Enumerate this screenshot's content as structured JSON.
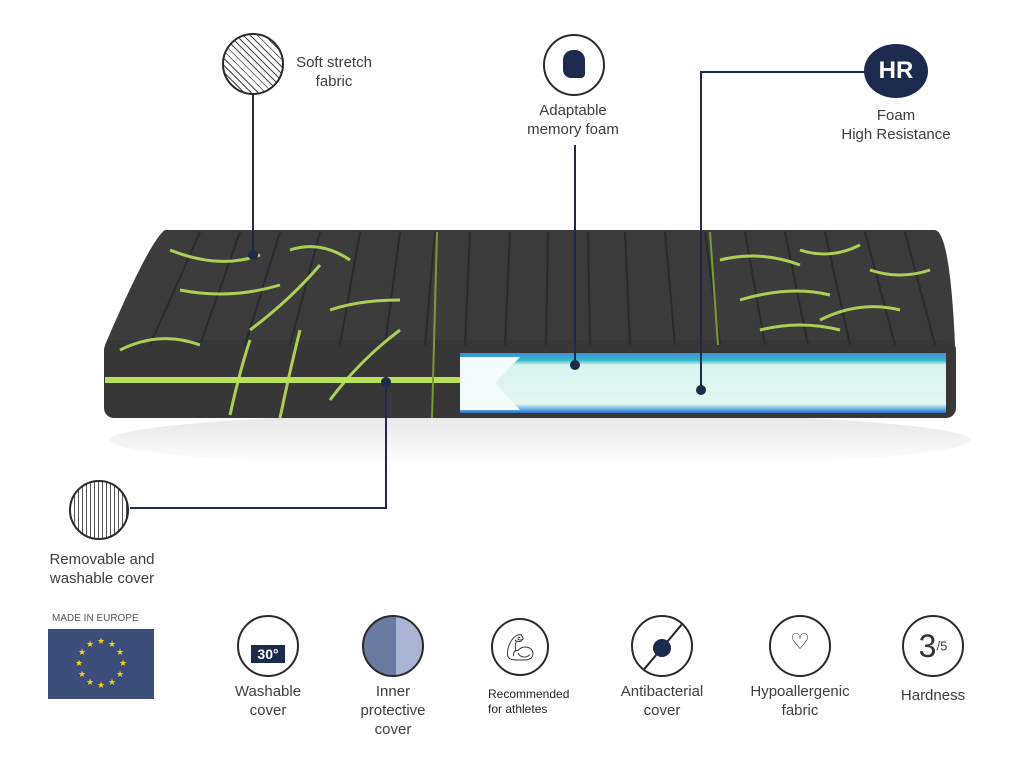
{
  "callouts": {
    "fabric": {
      "line1": "Soft stretch",
      "line2": "fabric",
      "icon": "mesh-fabric-icon"
    },
    "memory": {
      "line1": "Adaptable",
      "line2": "memory foam",
      "icon": "hand-press-icon"
    },
    "hr": {
      "badge": "HR",
      "line1": "Foam",
      "line2": "High Resistance"
    },
    "cover": {
      "line1": "Removable and",
      "line2": "washable cover",
      "icon": "zipper-icon"
    }
  },
  "made_in": "MADE IN EUROPE",
  "features": [
    {
      "icon": "wash-30-icon",
      "badge": "30°",
      "lines": [
        "Washable",
        "cover"
      ]
    },
    {
      "icon": "inner-cover-icon",
      "lines": [
        "Inner",
        "protective",
        "cover"
      ]
    },
    {
      "icon": "athlete-arm-icon",
      "lines": [
        "Recommended",
        "for athletes"
      ]
    },
    {
      "icon": "antibacterial-icon",
      "lines": [
        "Antibacterial",
        "cover"
      ]
    },
    {
      "icon": "hypoallergenic-icon",
      "lines": [
        "Hypoallergenic",
        "fabric"
      ]
    },
    {
      "icon": "hardness-icon",
      "value": "3",
      "scale": "/5",
      "lines": [
        "Hardness"
      ]
    }
  ],
  "colors": {
    "navy": "#1c2a4e",
    "fabric": "#3a3b3a",
    "bamboo": "#b8e05a",
    "foam": "#d9f3ee",
    "foam_edge": "#3a8fd8",
    "eu_blue": "#3d4d7a",
    "eu_star": "#f2d21c"
  }
}
